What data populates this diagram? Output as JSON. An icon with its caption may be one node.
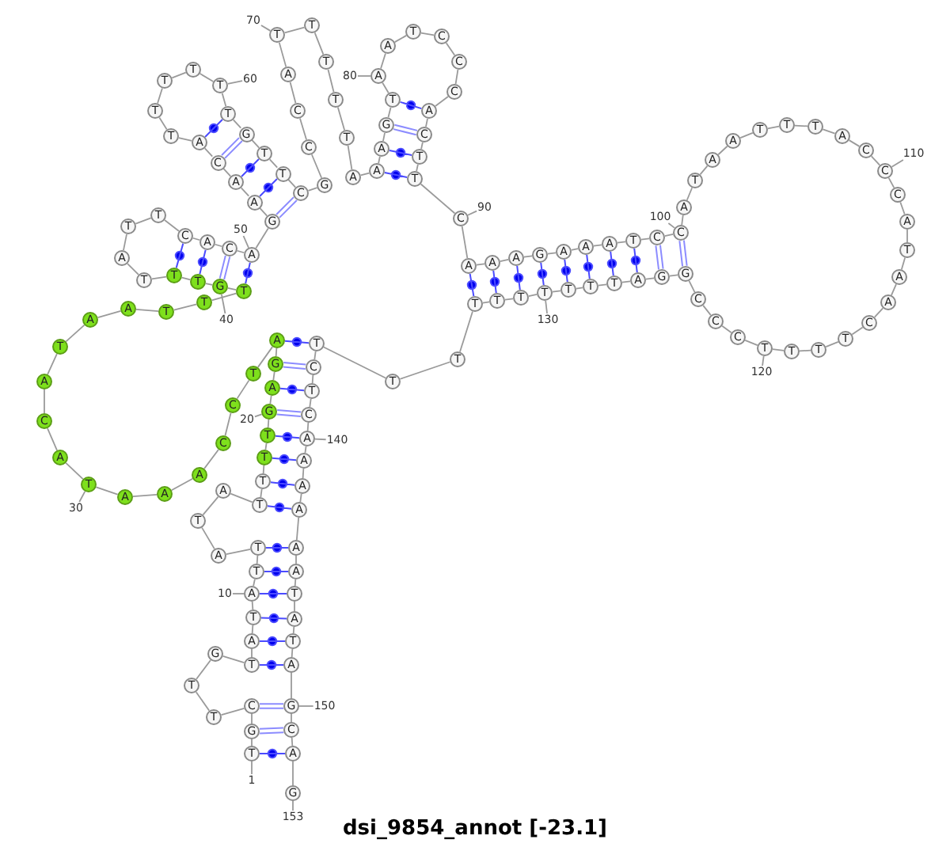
{
  "diagram": {
    "title": "dsi_9854_annot [-23.1]",
    "nodes": [
      {
        "text": [
          "T"
        ]
      },
      {
        "text": [
          "G"
        ]
      },
      {
        "text": [
          "C"
        ]
      },
      {
        "text": [
          "T"
        ]
      },
      {
        "text": [
          "T"
        ]
      },
      {
        "text": [
          "G"
        ]
      },
      {
        "text": [
          "T"
        ]
      },
      {
        "text": [
          "A"
        ]
      },
      {
        "text": [
          "T"
        ]
      },
      {
        "text": [
          "A"
        ]
      },
      {
        "text": [
          "T"
        ]
      },
      {
        "text": [
          "T"
        ]
      },
      {
        "text": [
          "A"
        ]
      },
      {
        "text": [
          "T"
        ]
      },
      {
        "text": [
          "A"
        ]
      },
      {
        "text": [
          "T"
        ]
      },
      {
        "text": [
          "T"
        ]
      },
      {
        "text": [
          "T"
        ]
      },
      {
        "text": [
          "T"
        ]
      },
      {
        "text": [
          "G"
        ]
      },
      {
        "text": [
          "A"
        ]
      },
      {
        "text": [
          "G"
        ]
      },
      {
        "text": [
          "A"
        ]
      },
      {
        "text": [
          "T"
        ]
      },
      {
        "text": [
          "C"
        ]
      },
      {
        "text": [
          "C"
        ]
      },
      {
        "text": [
          "A"
        ]
      },
      {
        "text": [
          "A"
        ]
      },
      {
        "text": [
          "A"
        ]
      },
      {
        "text": [
          "T"
        ]
      },
      {
        "text": [
          "A"
        ]
      },
      {
        "text": [
          "C"
        ]
      },
      {
        "text": [
          "A"
        ]
      },
      {
        "text": [
          "T"
        ]
      },
      {
        "text": [
          "A"
        ]
      },
      {
        "text": [
          "A"
        ]
      },
      {
        "text": [
          "T"
        ]
      },
      {
        "text": [
          "T"
        ]
      },
      {
        "text": [
          "T"
        ]
      },
      {
        "text": [
          "G"
        ]
      },
      {
        "text": [
          "T"
        ]
      },
      {
        "text": [
          "T"
        ]
      },
      {
        "text": [
          "T"
        ]
      },
      {
        "text": [
          "A"
        ]
      },
      {
        "text": [
          "T"
        ]
      },
      {
        "text": [
          "T"
        ]
      },
      {
        "text": [
          "C"
        ]
      },
      {
        "text": [
          "A"
        ]
      },
      {
        "text": [
          "C"
        ]
      },
      {
        "text": [
          "A"
        ]
      },
      {
        "text": [
          "G"
        ]
      },
      {
        "text": [
          "A"
        ]
      },
      {
        "text": [
          "A"
        ]
      },
      {
        "text": [
          "C"
        ]
      },
      {
        "text": [
          "A"
        ]
      },
      {
        "text": [
          "T"
        ]
      },
      {
        "text": [
          "T"
        ]
      },
      {
        "text": [
          "T"
        ]
      },
      {
        "text": [
          "T"
        ]
      },
      {
        "text": [
          "T"
        ]
      },
      {
        "text": [
          "T"
        ]
      },
      {
        "text": [
          "G"
        ]
      },
      {
        "text": [
          "T"
        ]
      },
      {
        "text": [
          "T"
        ]
      },
      {
        "text": [
          "C"
        ]
      },
      {
        "text": [
          "G"
        ]
      },
      {
        "text": [
          "C"
        ]
      },
      {
        "text": [
          "C"
        ]
      },
      {
        "text": [
          "A"
        ]
      },
      {
        "text": [
          "T"
        ]
      },
      {
        "text": [
          "T"
        ]
      },
      {
        "text": [
          "T"
        ]
      },
      {
        "text": [
          "T"
        ]
      },
      {
        "text": [
          "T"
        ]
      },
      {
        "text": [
          "A"
        ]
      },
      {
        "text": [
          "A"
        ]
      },
      {
        "text": [
          "A"
        ]
      },
      {
        "text": [
          "G"
        ]
      },
      {
        "text": [
          "T"
        ]
      },
      {
        "text": [
          "A"
        ]
      },
      {
        "text": [
          "A"
        ]
      },
      {
        "text": [
          "T"
        ]
      },
      {
        "text": [
          "C"
        ]
      },
      {
        "text": [
          "C"
        ]
      },
      {
        "text": [
          "C"
        ]
      },
      {
        "text": [
          "A"
        ]
      },
      {
        "text": [
          "C"
        ]
      },
      {
        "text": [
          "T"
        ]
      },
      {
        "text": [
          "T"
        ]
      },
      {
        "text": [
          "C"
        ]
      },
      {
        "text": [
          "A"
        ]
      },
      {
        "text": [
          "A"
        ]
      },
      {
        "text": [
          "A"
        ]
      },
      {
        "text": [
          "G"
        ]
      },
      {
        "text": [
          "A"
        ]
      },
      {
        "text": [
          "A"
        ]
      },
      {
        "text": [
          "A"
        ]
      },
      {
        "text": [
          "T"
        ]
      },
      {
        "text": [
          "C"
        ]
      },
      {
        "text": [
          "C"
        ]
      },
      {
        "text": [
          "A"
        ]
      },
      {
        "text": [
          "T"
        ]
      },
      {
        "text": [
          "A"
        ]
      },
      {
        "text": [
          "A"
        ]
      },
      {
        "text": [
          "T"
        ]
      },
      {
        "text": [
          "T"
        ]
      },
      {
        "text": [
          "T"
        ]
      },
      {
        "text": [
          "A"
        ]
      },
      {
        "text": [
          "C"
        ]
      },
      {
        "text": [
          "C"
        ]
      },
      {
        "text": [
          "C"
        ]
      },
      {
        "text": [
          "A"
        ]
      },
      {
        "text": [
          "T"
        ]
      },
      {
        "text": [
          "A"
        ]
      },
      {
        "text": [
          "A"
        ]
      },
      {
        "text": [
          "C"
        ]
      },
      {
        "text": [
          "T"
        ]
      },
      {
        "text": [
          "T"
        ]
      },
      {
        "text": [
          "T"
        ]
      },
      {
        "text": [
          "T"
        ]
      },
      {
        "text": [
          "C"
        ]
      },
      {
        "text": [
          "C"
        ]
      },
      {
        "text": [
          "C"
        ]
      },
      {
        "text": [
          "G"
        ]
      },
      {
        "text": [
          "G"
        ]
      },
      {
        "text": [
          "A"
        ]
      },
      {
        "text": [
          "T"
        ]
      },
      {
        "text": [
          "T"
        ]
      },
      {
        "text": [
          "T"
        ]
      },
      {
        "text": [
          "T"
        ]
      },
      {
        "text": [
          "T"
        ]
      },
      {
        "text": [
          "T"
        ]
      },
      {
        "text": [
          "T"
        ]
      },
      {
        "text": [
          "T"
        ]
      },
      {
        "text": [
          "T"
        ]
      },
      {
        "text": [
          "T"
        ]
      },
      {
        "text": [
          "C"
        ]
      },
      {
        "text": [
          "T"
        ]
      },
      {
        "text": [
          "C"
        ]
      },
      {
        "text": [
          "A"
        ]
      },
      {
        "text": [
          "A"
        ]
      },
      {
        "text": [
          "A"
        ]
      },
      {
        "text": [
          "A"
        ]
      },
      {
        "text": [
          "A"
        ]
      },
      {
        "text": [
          "A"
        ]
      },
      {
        "text": [
          "T"
        ]
      },
      {
        "text": [
          "A"
        ]
      },
      {
        "text": [
          "T"
        ]
      },
      {
        "text": [
          "A"
        ]
      },
      {
        "text": [
          "G"
        ]
      },
      {
        "text": [
          "C"
        ]
      },
      {
        "text": [
          "A"
        ]
      },
      {
        "text": [
          "G"
        ]
      },
      {
        "text": [
          "1"
        ]
      },
      {
        "text": [
          "10"
        ]
      },
      {
        "text": [
          "20"
        ]
      },
      {
        "text": [
          "30"
        ]
      },
      {
        "text": [
          "40"
        ]
      },
      {
        "text": [
          "50"
        ]
      },
      {
        "text": [
          "60"
        ]
      },
      {
        "text": [
          "70"
        ]
      },
      {
        "text": [
          "80"
        ]
      },
      {
        "text": [
          "90"
        ]
      },
      {
        "text": [
          "100"
        ]
      },
      {
        "text": [
          "110"
        ]
      },
      {
        "text": [
          "120"
        ]
      },
      {
        "text": [
          "130"
        ]
      },
      {
        "text": [
          "140"
        ]
      },
      {
        "text": [
          "150"
        ]
      },
      {
        "text": [
          "153"
        ]
      }
    ],
    "edges": [
      {
        "from": 0,
        "to": 1,
        "arrow": "none"
      },
      {
        "from": 1,
        "to": 2,
        "arrow": "none"
      },
      {
        "from": 2,
        "to": 3,
        "arrow": "none"
      },
      {
        "from": 3,
        "to": 4,
        "arrow": "none"
      },
      {
        "from": 4,
        "to": 5,
        "arrow": "none"
      },
      {
        "from": 5,
        "to": 6,
        "arrow": "none"
      },
      {
        "from": 6,
        "to": 7,
        "arrow": "none"
      },
      {
        "from": 7,
        "to": 8,
        "arrow": "none"
      },
      {
        "from": 8,
        "to": 9,
        "arrow": "none"
      },
      {
        "from": 9,
        "to": 10,
        "arrow": "none"
      },
      {
        "from": 10,
        "to": 11,
        "arrow": "none"
      },
      {
        "from": 11,
        "to": 12,
        "arrow": "none"
      },
      {
        "from": 12,
        "to": 13,
        "arrow": "none"
      },
      {
        "from": 13,
        "to": 14,
        "arrow": "none"
      },
      {
        "from": 14,
        "to": 15,
        "arrow": "none"
      },
      {
        "from": 15,
        "to": 16,
        "arrow": "none"
      },
      {
        "from": 16,
        "to": 17,
        "arrow": "none"
      },
      {
        "from": 17,
        "to": 18,
        "arrow": "none"
      },
      {
        "from": 18,
        "to": 19,
        "arrow": "none"
      },
      {
        "from": 19,
        "to": 20,
        "arrow": "none"
      },
      {
        "from": 20,
        "to": 21,
        "arrow": "none"
      },
      {
        "from": 21,
        "to": 22,
        "arrow": "none"
      },
      {
        "from": 22,
        "to": 23,
        "arrow": "none"
      },
      {
        "from": 23,
        "to": 24,
        "arrow": "none"
      },
      {
        "from": 24,
        "to": 25,
        "arrow": "none"
      },
      {
        "from": 25,
        "to": 26,
        "arrow": "none"
      },
      {
        "from": 26,
        "to": 27,
        "arrow": "none"
      },
      {
        "from": 27,
        "to": 28,
        "arrow": "none"
      },
      {
        "from": 28,
        "to": 29,
        "arrow": "none"
      },
      {
        "from": 29,
        "to": 30,
        "arrow": "none"
      },
      {
        "from": 30,
        "to": 31,
        "arrow": "none"
      },
      {
        "from": 31,
        "to": 32,
        "arrow": "none"
      },
      {
        "from": 32,
        "to": 33,
        "arrow": "none"
      },
      {
        "from": 33,
        "to": 34,
        "arrow": "none"
      },
      {
        "from": 34,
        "to": 35,
        "arrow": "none"
      },
      {
        "from": 35,
        "to": 36,
        "arrow": "none"
      },
      {
        "from": 36,
        "to": 37,
        "arrow": "none"
      },
      {
        "from": 37,
        "to": 38,
        "arrow": "none"
      },
      {
        "from": 38,
        "to": 39,
        "arrow": "none"
      },
      {
        "from": 39,
        "to": 40,
        "arrow": "none"
      },
      {
        "from": 40,
        "to": 41,
        "arrow": "none"
      },
      {
        "from": 41,
        "to": 42,
        "arrow": "none"
      },
      {
        "from": 42,
        "to": 43,
        "arrow": "none"
      },
      {
        "from": 43,
        "to": 44,
        "arrow": "none"
      },
      {
        "from": 44,
        "to": 45,
        "arrow": "none"
      },
      {
        "from": 45,
        "to": 46,
        "arrow": "none"
      },
      {
        "from": 46,
        "to": 47,
        "arrow": "none"
      },
      {
        "from": 47,
        "to": 48,
        "arrow": "none"
      },
      {
        "from": 48,
        "to": 49,
        "arrow": "none"
      },
      {
        "from": 49,
        "to": 50,
        "arrow": "none"
      },
      {
        "from": 50,
        "to": 51,
        "arrow": "none"
      },
      {
        "from": 51,
        "to": 52,
        "arrow": "none"
      },
      {
        "from": 52,
        "to": 53,
        "arrow": "none"
      },
      {
        "from": 53,
        "to": 54,
        "arrow": "none"
      },
      {
        "from": 54,
        "to": 55,
        "arrow": "none"
      },
      {
        "from": 55,
        "to": 56,
        "arrow": "none"
      },
      {
        "from": 56,
        "to": 57,
        "arrow": "none"
      },
      {
        "from": 57,
        "to": 58,
        "arrow": "none"
      },
      {
        "from": 58,
        "to": 59,
        "arrow": "none"
      },
      {
        "from": 59,
        "to": 60,
        "arrow": "none"
      },
      {
        "from": 60,
        "to": 61,
        "arrow": "none"
      },
      {
        "from": 61,
        "to": 62,
        "arrow": "none"
      },
      {
        "from": 62,
        "to": 63,
        "arrow": "none"
      },
      {
        "from": 63,
        "to": 64,
        "arrow": "none"
      },
      {
        "from": 64,
        "to": 65,
        "arrow": "none"
      },
      {
        "from": 65,
        "to": 66,
        "arrow": "none"
      },
      {
        "from": 66,
        "to": 67,
        "arrow": "none"
      },
      {
        "from": 67,
        "to": 68,
        "arrow": "none"
      },
      {
        "from": 68,
        "to": 69,
        "arrow": "none"
      },
      {
        "from": 69,
        "to": 70,
        "arrow": "none"
      },
      {
        "from": 70,
        "to": 71,
        "arrow": "none"
      },
      {
        "from": 71,
        "to": 72,
        "arrow": "none"
      },
      {
        "from": 72,
        "to": 73,
        "arrow": "none"
      },
      {
        "from": 73,
        "to": 74,
        "arrow": "none"
      },
      {
        "from": 74,
        "to": 75,
        "arrow": "none"
      },
      {
        "from": 75,
        "to": 76,
        "arrow": "none"
      },
      {
        "from": 76,
        "to": 77,
        "arrow": "none"
      },
      {
        "from": 77,
        "to": 78,
        "arrow": "none"
      },
      {
        "from": 78,
        "to": 79,
        "arrow": "none"
      },
      {
        "from": 79,
        "to": 80,
        "arrow": "none"
      },
      {
        "from": 80,
        "to": 81,
        "arrow": "none"
      },
      {
        "from": 81,
        "to": 82,
        "arrow": "none"
      },
      {
        "from": 82,
        "to": 83,
        "arrow": "none"
      },
      {
        "from": 83,
        "to": 84,
        "arrow": "none"
      },
      {
        "from": 84,
        "to": 85,
        "arrow": "none"
      },
      {
        "from": 85,
        "to": 86,
        "arrow": "none"
      },
      {
        "from": 86,
        "to": 87,
        "arrow": "none"
      },
      {
        "from": 87,
        "to": 88,
        "arrow": "none"
      },
      {
        "from": 88,
        "to": 89,
        "arrow": "none"
      },
      {
        "from": 89,
        "to": 90,
        "arrow": "none"
      },
      {
        "from": 90,
        "to": 91,
        "arrow": "none"
      },
      {
        "from": 91,
        "to": 92,
        "arrow": "none"
      },
      {
        "from": 92,
        "to": 93,
        "arrow": "none"
      },
      {
        "from": 93,
        "to": 94,
        "arrow": "none"
      },
      {
        "from": 94,
        "to": 95,
        "arrow": "none"
      },
      {
        "from": 95,
        "to": 96,
        "arrow": "none"
      },
      {
        "from": 96,
        "to": 97,
        "arrow": "none"
      },
      {
        "from": 97,
        "to": 98,
        "arrow": "none"
      },
      {
        "from": 98,
        "to": 99,
        "arrow": "none"
      },
      {
        "from": 99,
        "to": 100,
        "arrow": "none"
      },
      {
        "from": 100,
        "to": 101,
        "arrow": "none"
      },
      {
        "from": 101,
        "to": 102,
        "arrow": "none"
      },
      {
        "from": 102,
        "to": 103,
        "arrow": "none"
      },
      {
        "from": 103,
        "to": 104,
        "arrow": "none"
      },
      {
        "from": 104,
        "to": 105,
        "arrow": "none"
      },
      {
        "from": 105,
        "to": 106,
        "arrow": "none"
      },
      {
        "from": 106,
        "to": 107,
        "arrow": "none"
      },
      {
        "from": 107,
        "to": 108,
        "arrow": "none"
      },
      {
        "from": 108,
        "to": 109,
        "arrow": "none"
      },
      {
        "from": 109,
        "to": 110,
        "arrow": "none"
      },
      {
        "from": 110,
        "to": 111,
        "arrow": "none"
      },
      {
        "from": 111,
        "to": 112,
        "arrow": "none"
      },
      {
        "from": 112,
        "to": 113,
        "arrow": "none"
      },
      {
        "from": 113,
        "to": 114,
        "arrow": "none"
      },
      {
        "from": 114,
        "to": 115,
        "arrow": "none"
      },
      {
        "from": 115,
        "to": 116,
        "arrow": "none"
      },
      {
        "from": 116,
        "to": 117,
        "arrow": "none"
      },
      {
        "from": 117,
        "to": 118,
        "arrow": "none"
      },
      {
        "from": 118,
        "to": 119,
        "arrow": "none"
      },
      {
        "from": 119,
        "to": 120,
        "arrow": "none"
      },
      {
        "from": 120,
        "to": 121,
        "arrow": "none"
      },
      {
        "from": 121,
        "to": 122,
        "arrow": "none"
      },
      {
        "from": 122,
        "to": 123,
        "arrow": "none"
      },
      {
        "from": 123,
        "to": 124,
        "arrow": "none"
      },
      {
        "from": 124,
        "to": 125,
        "arrow": "none"
      },
      {
        "from": 125,
        "to": 126,
        "arrow": "none"
      },
      {
        "from": 126,
        "to": 127,
        "arrow": "none"
      },
      {
        "from": 127,
        "to": 128,
        "arrow": "none"
      },
      {
        "from": 128,
        "to": 129,
        "arrow": "none"
      },
      {
        "from": 129,
        "to": 130,
        "arrow": "none"
      },
      {
        "from": 130,
        "to": 131,
        "arrow": "none"
      },
      {
        "from": 131,
        "to": 132,
        "arrow": "none"
      },
      {
        "from": 132,
        "to": 133,
        "arrow": "none"
      },
      {
        "from": 133,
        "to": 134,
        "arrow": "none"
      },
      {
        "from": 134,
        "to": 135,
        "arrow": "none"
      },
      {
        "from": 135,
        "to": 136,
        "arrow": "none"
      },
      {
        "from": 136,
        "to": 137,
        "arrow": "none"
      },
      {
        "from": 137,
        "to": 138,
        "arrow": "none"
      },
      {
        "from": 138,
        "to": 139,
        "arrow": "none"
      },
      {
        "from": 139,
        "to": 140,
        "arrow": "none"
      },
      {
        "from": 140,
        "to": 141,
        "arrow": "none"
      },
      {
        "from": 141,
        "to": 142,
        "arrow": "none"
      },
      {
        "from": 142,
        "to": 143,
        "arrow": "none"
      },
      {
        "from": 143,
        "to": 144,
        "arrow": "none"
      },
      {
        "from": 144,
        "to": 145,
        "arrow": "none"
      },
      {
        "from": 145,
        "to": 146,
        "arrow": "none"
      },
      {
        "from": 146,
        "to": 147,
        "arrow": "none"
      },
      {
        "from": 147,
        "to": 148,
        "arrow": "none"
      },
      {
        "from": 148,
        "to": 149,
        "arrow": "none"
      },
      {
        "from": 149,
        "to": 150,
        "arrow": "none"
      },
      {
        "from": 150,
        "to": 151,
        "arrow": "none"
      },
      {
        "from": 151,
        "to": 152,
        "arrow": "none"
      },
      {
        "from": 0,
        "to": 151,
        "arrow": "none",
        "color": "#4b4bff"
      },
      {
        "from": 1,
        "to": 150,
        "arrow": "none",
        "color": "#8c8cff"
      },
      {
        "from": 2,
        "to": 149,
        "arrow": "none",
        "color": "#8c8cff"
      },
      {
        "from": 6,
        "to": 148,
        "arrow": "none",
        "color": "#4b4bff"
      },
      {
        "from": 7,
        "to": 147,
        "arrow": "none",
        "color": "#4b4bff"
      },
      {
        "from": 8,
        "to": 146,
        "arrow": "none",
        "color": "#4b4bff"
      },
      {
        "from": 9,
        "to": 145,
        "arrow": "none",
        "color": "#4b4bff"
      },
      {
        "from": 10,
        "to": 144,
        "arrow": "none",
        "color": "#4b4bff"
      },
      {
        "from": 11,
        "to": 143,
        "arrow": "none",
        "color": "#4b4bff"
      },
      {
        "from": 15,
        "to": 142,
        "arrow": "none",
        "color": "#4b4bff"
      },
      {
        "from": 16,
        "to": 141,
        "arrow": "none",
        "color": "#4b4bff"
      },
      {
        "from": 17,
        "to": 140,
        "arrow": "none",
        "color": "#4b4bff"
      },
      {
        "from": 18,
        "to": 139,
        "arrow": "none",
        "color": "#4b4bff"
      },
      {
        "from": 19,
        "to": 138,
        "arrow": "none",
        "color": "#8c8cff"
      },
      {
        "from": 20,
        "to": 137,
        "arrow": "none",
        "color": "#4b4bff"
      },
      {
        "from": 21,
        "to": 136,
        "arrow": "none",
        "color": "#8c8cff"
      },
      {
        "from": 22,
        "to": 135,
        "arrow": "none",
        "color": "#4b4bff"
      },
      {
        "from": 38,
        "to": 49,
        "arrow": "none",
        "color": "#4b4bff"
      },
      {
        "from": 39,
        "to": 48,
        "arrow": "none",
        "color": "#8c8cff"
      },
      {
        "from": 40,
        "to": 47,
        "arrow": "none",
        "color": "#4b4bff"
      },
      {
        "from": 41,
        "to": 46,
        "arrow": "none",
        "color": "#4b4bff"
      },
      {
        "from": 50,
        "to": 64,
        "arrow": "none",
        "color": "#8c8cff"
      },
      {
        "from": 51,
        "to": 63,
        "arrow": "none",
        "color": "#4b4bff"
      },
      {
        "from": 52,
        "to": 62,
        "arrow": "none",
        "color": "#4b4bff"
      },
      {
        "from": 53,
        "to": 61,
        "arrow": "none",
        "color": "#8c8cff"
      },
      {
        "from": 54,
        "to": 60,
        "arrow": "none",
        "color": "#4b4bff"
      },
      {
        "from": 75,
        "to": 88,
        "arrow": "none",
        "color": "#4b4bff"
      },
      {
        "from": 76,
        "to": 87,
        "arrow": "none",
        "color": "#4b4bff"
      },
      {
        "from": 77,
        "to": 86,
        "arrow": "none",
        "color": "#8c8cff"
      },
      {
        "from": 78,
        "to": 85,
        "arrow": "none",
        "color": "#4b4bff"
      },
      {
        "from": 90,
        "to": 132,
        "arrow": "none",
        "color": "#4b4bff"
      },
      {
        "from": 91,
        "to": 131,
        "arrow": "none",
        "color": "#4b4bff"
      },
      {
        "from": 92,
        "to": 130,
        "arrow": "none",
        "color": "#4b4bff"
      },
      {
        "from": 93,
        "to": 129,
        "arrow": "none",
        "color": "#4b4bff"
      },
      {
        "from": 94,
        "to": 128,
        "arrow": "none",
        "color": "#4b4bff"
      },
      {
        "from": 95,
        "to": 127,
        "arrow": "none",
        "color": "#4b4bff"
      },
      {
        "from": 96,
        "to": 126,
        "arrow": "none",
        "color": "#4b4bff"
      },
      {
        "from": 97,
        "to": 125,
        "arrow": "none",
        "color": "#4b4bff"
      },
      {
        "from": 98,
        "to": 124,
        "arrow": "none",
        "color": "#8c8cff"
      },
      {
        "from": 99,
        "to": 123,
        "arrow": "none",
        "color": "#8c8cff"
      },
      {
        "from": 153,
        "to": 0,
        "arrow": "none"
      },
      {
        "from": 154,
        "to": 9,
        "arrow": "none"
      },
      {
        "from": 155,
        "to": 19,
        "arrow": "none"
      },
      {
        "from": 156,
        "to": 29,
        "arrow": "none"
      },
      {
        "from": 157,
        "to": 39,
        "arrow": "none"
      },
      {
        "from": 158,
        "to": 49,
        "arrow": "none"
      },
      {
        "from": 159,
        "to": 59,
        "arrow": "none"
      },
      {
        "from": 160,
        "to": 69,
        "arrow": "none"
      },
      {
        "from": 161,
        "to": 79,
        "arrow": "none"
      },
      {
        "from": 162,
        "to": 89,
        "arrow": "none"
      },
      {
        "from": 163,
        "to": 99,
        "arrow": "none"
      },
      {
        "from": 164,
        "to": 109,
        "arrow": "none"
      },
      {
        "from": 165,
        "to": 119,
        "arrow": "none"
      },
      {
        "from": 166,
        "to": 129,
        "arrow": "none"
      },
      {
        "from": 167,
        "to": 139,
        "arrow": "none"
      },
      {
        "from": 168,
        "to": 149,
        "arrow": "none"
      },
      {
        "from": 169,
        "to": 152,
        "arrow": "none"
      }
    ]
  }
}
